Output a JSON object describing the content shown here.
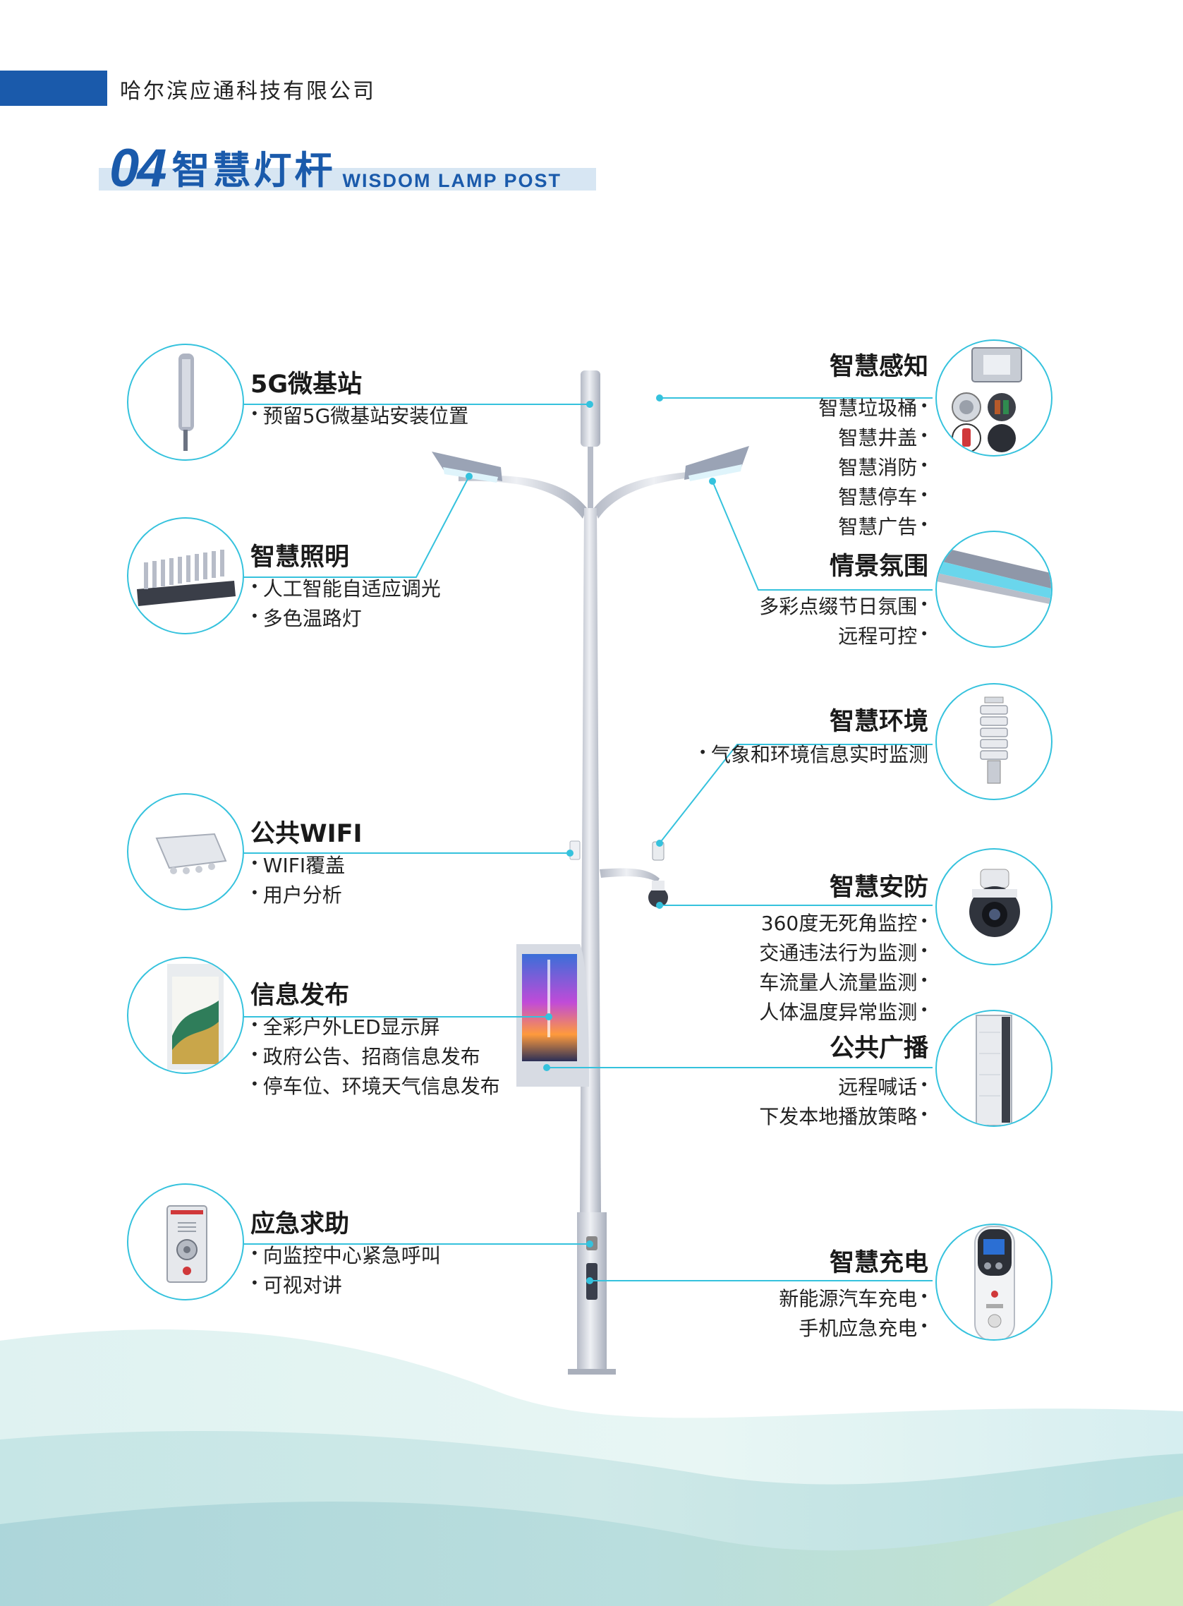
{
  "header": {
    "company": "哈尔滨应通科技有限公司",
    "section_number": "04",
    "section_title": "智慧灯杆",
    "section_title_en": "WISDOM LAMP POST"
  },
  "features_left": [
    {
      "title": "5G微基站",
      "items": [
        "预留5G微基站安装位置"
      ],
      "icon": "antenna-icon"
    },
    {
      "title": "智慧照明",
      "items": [
        "人工智能自适应调光",
        "多色温路灯"
      ],
      "icon": "led-module-icon"
    },
    {
      "title": "公共WIFI",
      "items": [
        "WIFI覆盖",
        "用户分析"
      ],
      "icon": "wifi-ap-icon"
    },
    {
      "title": "信息发布",
      "items": [
        "全彩户外LED显示屏",
        "政府公告、招商信息发布",
        "停车位、环境天气信息发布"
      ],
      "icon": "led-screen-icon"
    },
    {
      "title": "应急求助",
      "items": [
        "向监控中心紧急呼叫",
        "可视对讲"
      ],
      "icon": "intercom-icon"
    }
  ],
  "features_right": [
    {
      "title": "智慧感知",
      "items": [
        "智慧垃圾桶",
        "智慧井盖",
        "智慧消防",
        "智慧停车",
        "智慧广告"
      ],
      "icon": "sensor-box-icon"
    },
    {
      "title": "情景氛围",
      "items": [
        "多彩点缀节日氛围",
        "远程可控"
      ],
      "icon": "ambient-light-icon"
    },
    {
      "title": "智慧环境",
      "items": [
        "气象和环境信息实时监测"
      ],
      "icon": "weather-station-icon"
    },
    {
      "title": "智慧安防",
      "items": [
        "360度无死角监控",
        "交通违法行为监测",
        "车流量人流量监测",
        "人体温度异常监测"
      ],
      "icon": "dome-camera-icon"
    },
    {
      "title": "公共广播",
      "items": [
        "远程喊话",
        "下发本地播放策略"
      ],
      "icon": "speaker-column-icon"
    },
    {
      "title": "智慧充电",
      "items": [
        "新能源汽车充电",
        "手机应急充电"
      ],
      "icon": "charger-icon"
    }
  ],
  "colors": {
    "brand_blue": "#1a5aab",
    "title_band": "#d7e6f3",
    "line_cyan": "#35c2dd",
    "pole_gray": "#c8ccd6"
  }
}
